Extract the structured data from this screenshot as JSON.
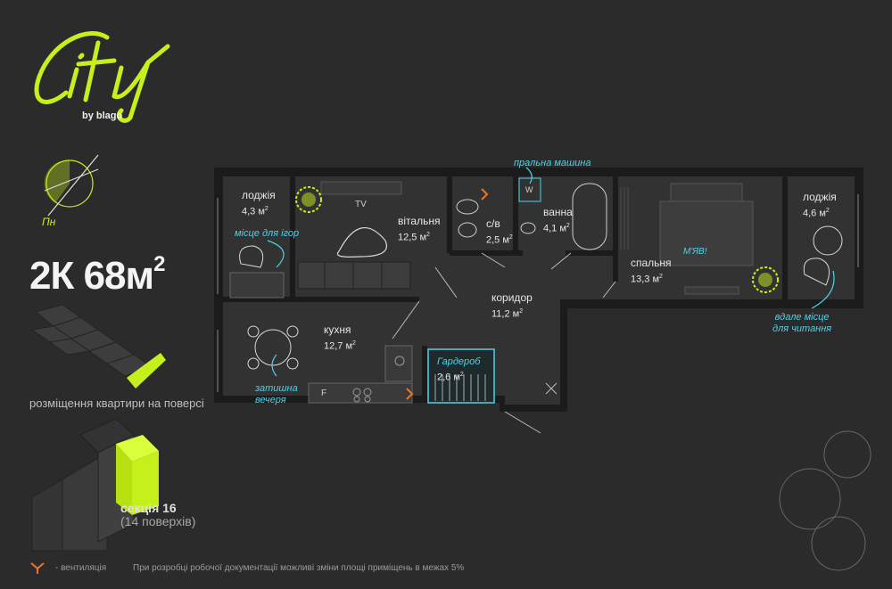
{
  "brand": {
    "logo_word": "City",
    "logo_sub": "by blago",
    "accent": "#c6f01b",
    "note_color": "#4fd2e8"
  },
  "compass": {
    "label": "Пн"
  },
  "apartment": {
    "rooms_code": "2К",
    "area": "68м",
    "unit_power": "2"
  },
  "placement_label": "розміщення квартири на поверсі",
  "section": {
    "name": "секція 16",
    "floors": "(14 поверхів)"
  },
  "footer": {
    "vent_legend": "- вентиляція",
    "disclaimer": "При розробці робочої документації можливі зміни площі приміщень в межах 5%"
  },
  "rooms": [
    {
      "name": "лоджія",
      "area": "4,3 м"
    },
    {
      "name": "вітальня",
      "area": "12,5 м"
    },
    {
      "name": "с/в",
      "area": "2,5 м"
    },
    {
      "name": "ванна",
      "area": "4,1 м"
    },
    {
      "name": "спальня",
      "area": "13,3 м"
    },
    {
      "name": "лоджія",
      "area": "4,6 м"
    },
    {
      "name": "коридор",
      "area": "11,2 м"
    },
    {
      "name": "кухня",
      "area": "12,7 м"
    },
    {
      "name": "Гардероб",
      "area": "2,6 м"
    }
  ],
  "notes": {
    "games": "місце для ігор",
    "washer": "пральна машина",
    "dinner_1": "затишна",
    "dinner_2": "вечеря",
    "cat": "М'ЯВ!",
    "reading_1": "вдале місце",
    "reading_2": "для читання"
  },
  "plan_labels": {
    "tv": "TV",
    "fridge": "F",
    "washer": "W"
  }
}
